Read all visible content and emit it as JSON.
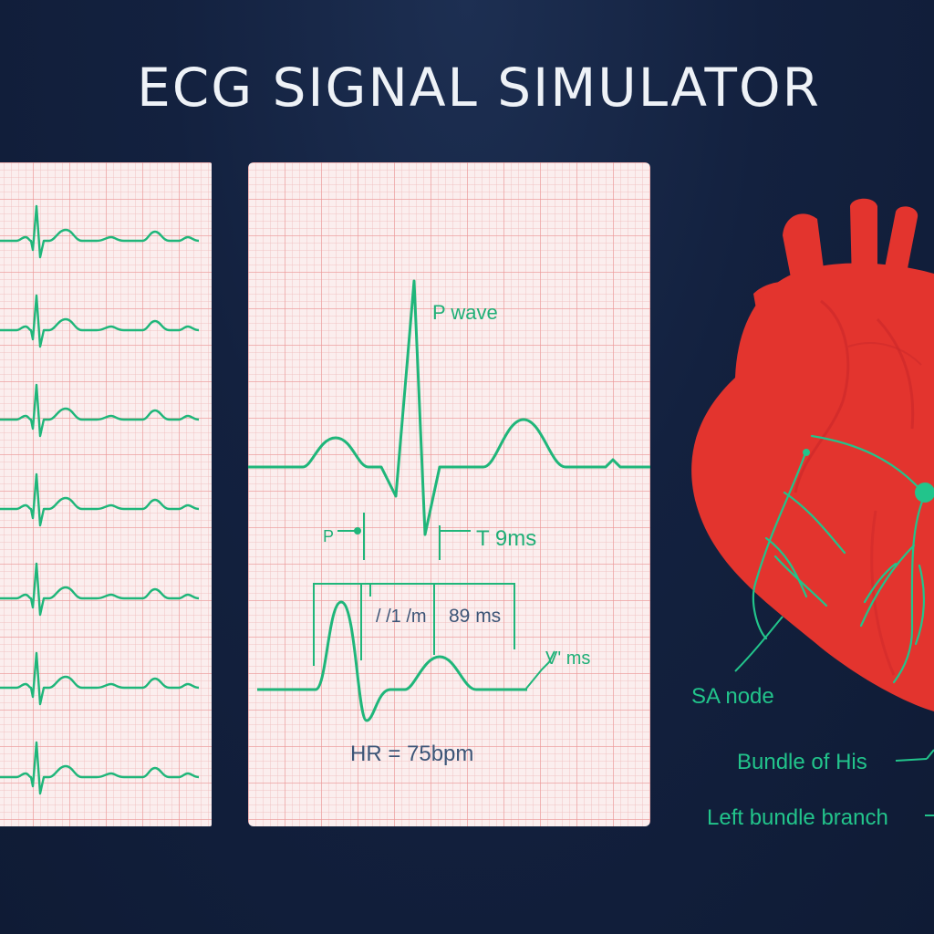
{
  "title": "ECG SIGNAL SIMULATOR",
  "colors": {
    "background": "#13213f",
    "trace": "#1fb67a",
    "grid_paper": "#fbeeee",
    "heart": "#e3342e",
    "conduction": "#22c48b"
  },
  "left_panel": {
    "strip_count": 7
  },
  "center_panel": {
    "annotations": {
      "peak_label": "P wave",
      "p_marker": "P",
      "t_interval": "T 9ms",
      "interval_a": "/ /1 /m",
      "interval_b": "89 ms",
      "interval_c": "V' ms",
      "heart_rate": "HR = 75bpm"
    }
  },
  "heart_diagram": {
    "labels": {
      "sa_node": "SA node",
      "bundle_of_his": "Bundle of His",
      "left_bundle_branch": "Left bundle branch"
    }
  }
}
